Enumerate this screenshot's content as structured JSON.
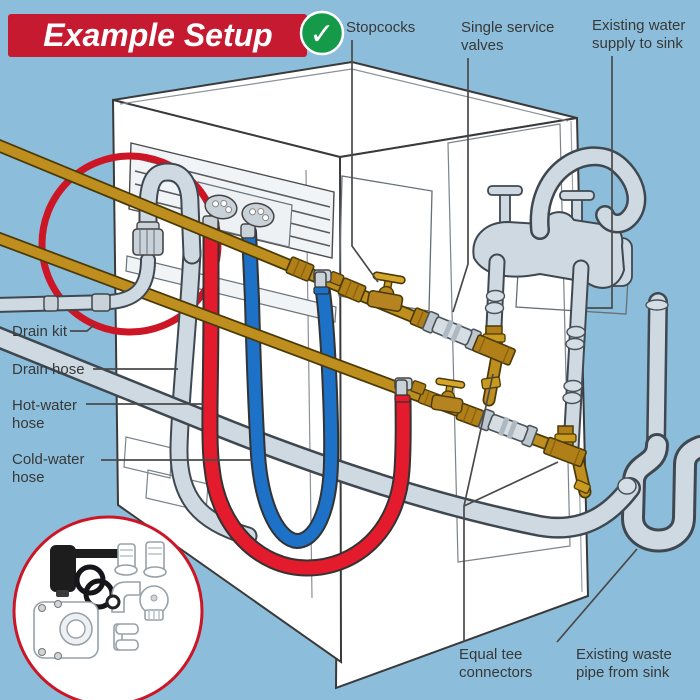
{
  "banner": {
    "title": "Example Setup",
    "check_icon": "✓"
  },
  "callouts": {
    "stopcocks": {
      "line1": "Stopcocks"
    },
    "single_service": {
      "line1": "Single service",
      "line2": "valves"
    },
    "existing_supply": {
      "line1": "Existing water",
      "line2": "supply to sink"
    },
    "drain_kit": {
      "line1": "Drain kit"
    },
    "drain_hose": {
      "line1": "Drain hose"
    },
    "hot_water_hose": {
      "line1": "Hot-water",
      "line2": "hose"
    },
    "cold_water_hose": {
      "line1": "Cold-water",
      "line2": "hose"
    },
    "equal_tee": {
      "line1": "Equal tee",
      "line2": "connectors"
    },
    "existing_waste": {
      "line1": "Existing waste",
      "line2": "pipe from sink"
    }
  },
  "colors": {
    "background": "#8CBEDB",
    "banner_red": "#C51A30",
    "check_green": "#159A4A",
    "highlight_circle_red": "#CC1626",
    "pipe_gold": "#BE8E1E",
    "hot_hose_red": "#E41B2C",
    "cold_hose_blue": "#1D71C6",
    "plumbing_gray": "#CED9E2",
    "label_text": "#383838"
  },
  "diagram_parts": [
    "washing-machine",
    "drain-kit",
    "drain-hose",
    "hot-water-hose",
    "cold-water-hose",
    "stopcock",
    "single-service-valve",
    "equal-tee-connector",
    "existing-water-supply-pipes",
    "sink-taps",
    "waste-trap",
    "drain-kit-parts-inset"
  ]
}
